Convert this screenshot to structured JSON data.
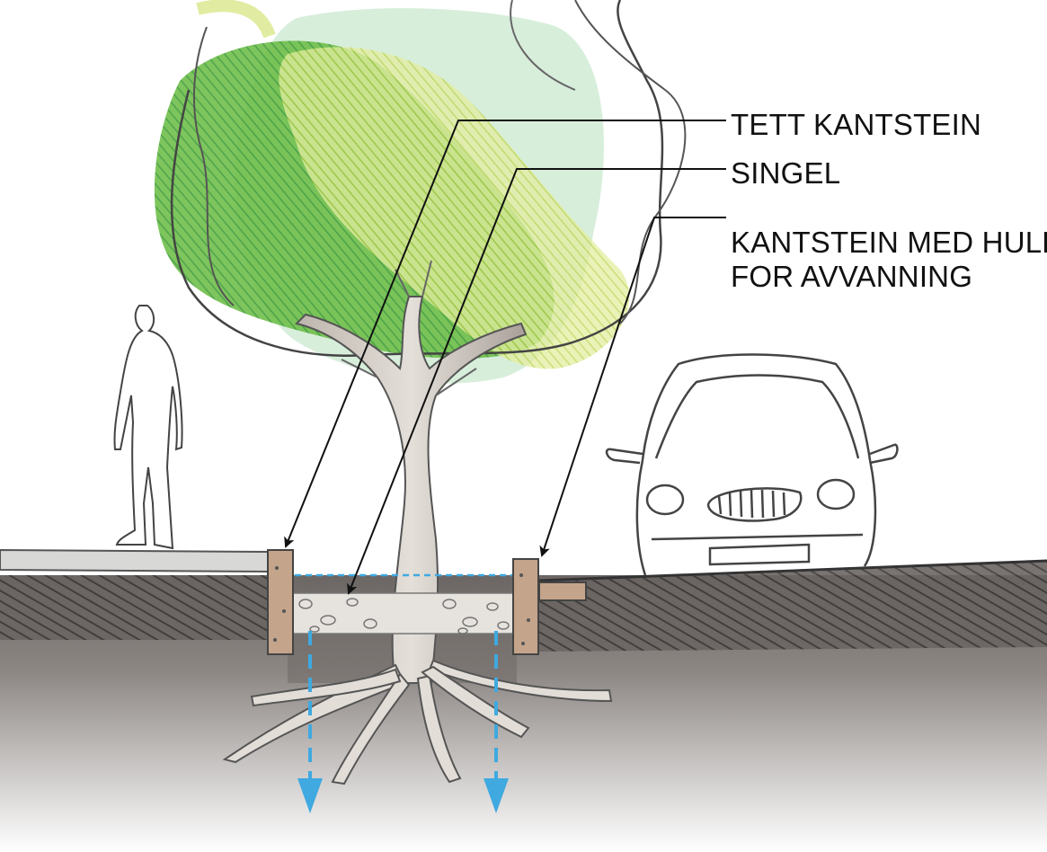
{
  "labels": {
    "tett_kantstein": "TETT KANTSTEIN",
    "singel": "SINGEL",
    "kantstein_med_hull": {
      "line1": "KANTSTEIN MED HULL",
      "line2": "FOR AVVANNING"
    }
  },
  "colors": {
    "foliage_dark": "#4fae3f",
    "foliage_mid": "#8cc63f",
    "foliage_light": "#cfe27a",
    "foliage_wash": "#d7eedb",
    "soil_dark": "#5a5552",
    "soil_light": "#c9c5c2",
    "curb": "#c4a48a",
    "gravel": "#e6e2dd",
    "water_arrow": "#3fa9e0",
    "sidewalk": "#d8d8d6",
    "outline": "#333333"
  },
  "icons": [
    "person-silhouette-icon",
    "car-front-icon",
    "tree-icon",
    "water-arrow-icon"
  ]
}
